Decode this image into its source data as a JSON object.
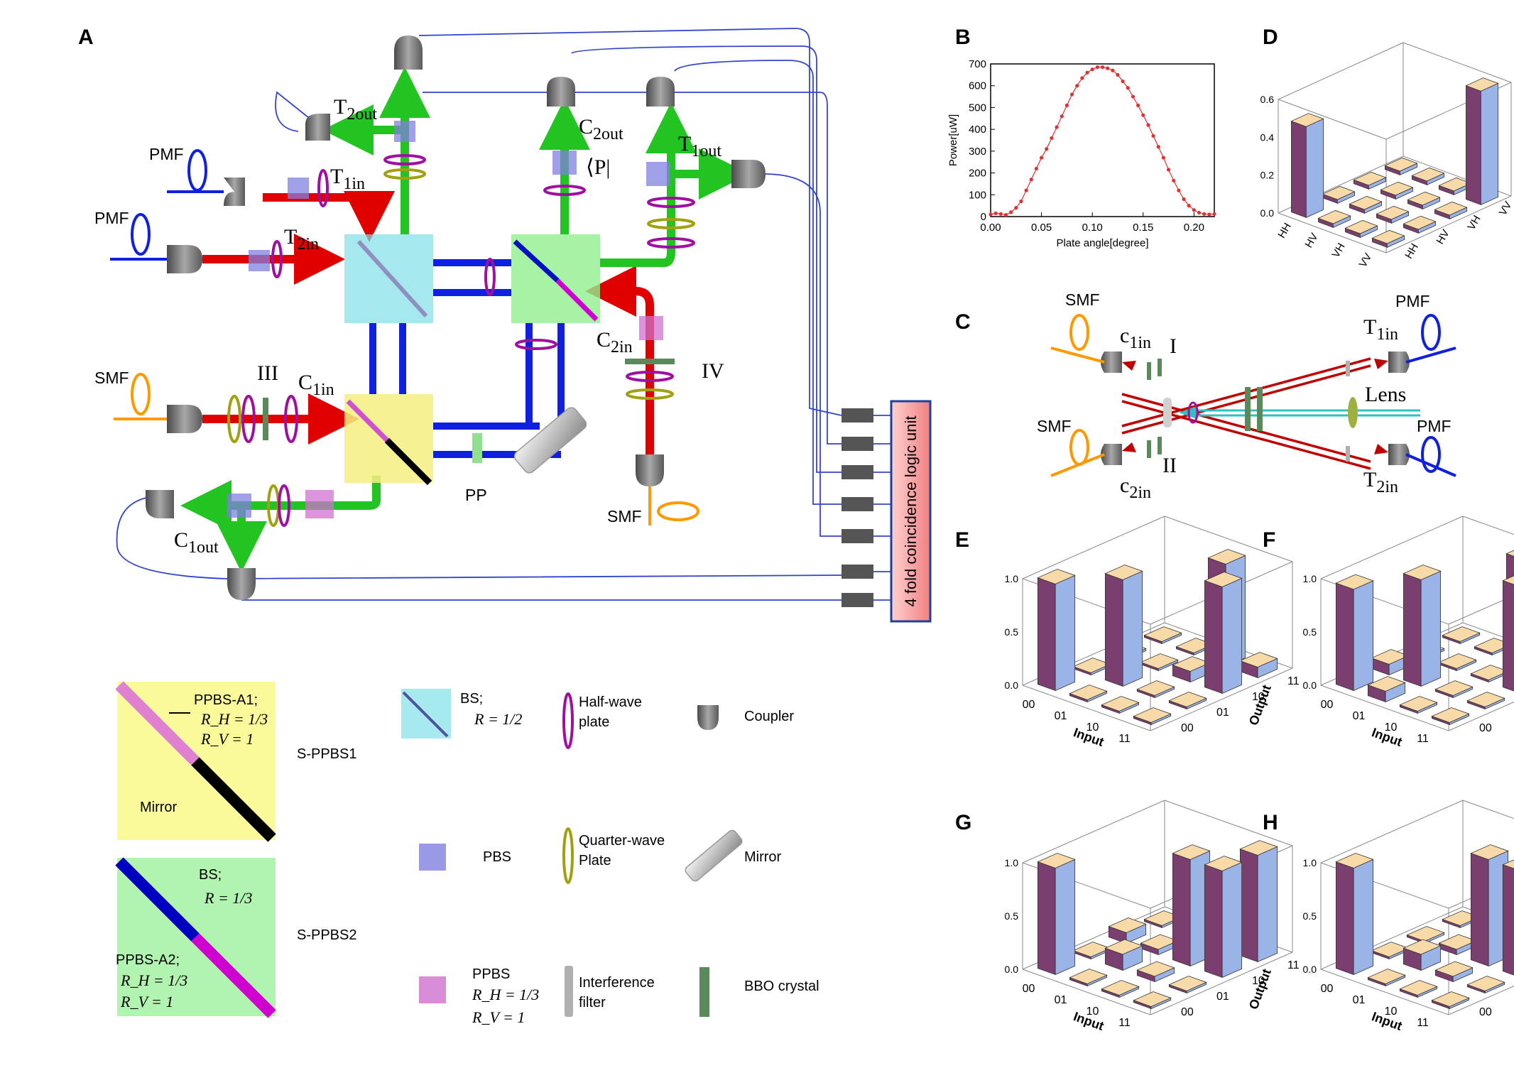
{
  "panels": {
    "A": "A",
    "B": "B",
    "C": "C",
    "D": "D",
    "E": "E",
    "F": "F",
    "G": "G",
    "H": "H"
  },
  "setupA": {
    "fibers": {
      "pmf1": "PMF",
      "pmf2": "PMF",
      "smf1": "SMF",
      "smf2": "SMF"
    },
    "ports": {
      "t2out": {
        "main": "T",
        "sub": "2out"
      },
      "t1in": {
        "main": "T",
        "sub": "1in"
      },
      "t2in": {
        "main": "T",
        "sub": "2in"
      },
      "c2out": {
        "main": "C",
        "sub": "2out"
      },
      "t1out": {
        "main": "T",
        "sub": "1out"
      },
      "c2in": {
        "main": "C",
        "sub": "2in"
      },
      "c1in": {
        "main": "C",
        "sub": "1in"
      },
      "c1out": {
        "main": "C",
        "sub": "1out"
      }
    },
    "projector": "⟨P|",
    "roman3": "III",
    "roman4": "IV",
    "pp": "PP",
    "logic_unit": "4 fold coincidence logic unit"
  },
  "panelC": {
    "smf_top": "SMF",
    "smf_bottom": "SMF",
    "pmf_top": "PMF",
    "pmf_bottom": "PMF",
    "c1in": {
      "main": "c",
      "sub": "1in"
    },
    "c2in": {
      "main": "c",
      "sub": "2in"
    },
    "t1in": {
      "main": "T",
      "sub": "1in"
    },
    "t2in": {
      "main": "T",
      "sub": "2in"
    },
    "roman1": "I",
    "roman2": "II",
    "lens": "Lens"
  },
  "legend": {
    "sppbs1_name": "S-PPBS1",
    "sppbs1_text1": "PPBS-A1;",
    "sppbs1_rh": "R_H = 1/3",
    "sppbs1_rv": "R_V = 1",
    "sppbs1_mirror": "Mirror",
    "sppbs2_name": "S-PPBS2",
    "sppbs2_bs": "BS;",
    "sppbs2_r": "R = 1/3",
    "sppbs2_text": "PPBS-A2;",
    "sppbs2_rh": "R_H = 1/3",
    "sppbs2_rv": "R_V = 1",
    "bs": "BS;",
    "bs_r": "R = 1/2",
    "hwp1": "Half-wave",
    "hwp2": "plate",
    "coupler": "Coupler",
    "pbs": "PBS",
    "qwp1": "Quarter-wave",
    "qwp2": "Plate",
    "mirror": "Mirror",
    "ppbs": "PPBS",
    "ppbs_rh": "R_H = 1/3",
    "ppbs_rv": "R_V = 1",
    "filter1": "Interference",
    "filter2": "filter",
    "bbo": "BBO crystal"
  },
  "chart_data": [
    {
      "id": "B",
      "type": "scatter",
      "xlabel": "Plate angle[degree]",
      "ylabel": "Power[uW]",
      "xlim": [
        0,
        0.22
      ],
      "ylim": [
        0,
        700
      ],
      "xticks": [
        "0.00",
        "0.05",
        "0.10",
        "0.15",
        "0.20"
      ],
      "yticks": [
        "0",
        "100",
        "200",
        "300",
        "400",
        "500",
        "600",
        "700"
      ],
      "x": [
        0,
        0.005,
        0.01,
        0.015,
        0.02,
        0.025,
        0.03,
        0.035,
        0.04,
        0.045,
        0.05,
        0.055,
        0.06,
        0.065,
        0.07,
        0.075,
        0.08,
        0.085,
        0.09,
        0.095,
        0.1,
        0.105,
        0.11,
        0.115,
        0.12,
        0.125,
        0.13,
        0.135,
        0.14,
        0.145,
        0.15,
        0.155,
        0.16,
        0.165,
        0.17,
        0.175,
        0.18,
        0.185,
        0.19,
        0.195,
        0.2,
        0.205,
        0.21,
        0.215,
        0.22
      ],
      "y": [
        10,
        15,
        12,
        8,
        20,
        40,
        70,
        120,
        170,
        220,
        270,
        310,
        360,
        410,
        460,
        510,
        560,
        600,
        635,
        660,
        675,
        685,
        685,
        680,
        670,
        650,
        620,
        590,
        550,
        510,
        465,
        420,
        370,
        320,
        270,
        215,
        165,
        120,
        80,
        50,
        30,
        18,
        12,
        10,
        12
      ],
      "color": "#e03030"
    },
    {
      "id": "D",
      "type": "bar3d",
      "xlabels": [
        "HH",
        "HV",
        "VH",
        "VV"
      ],
      "ylabels": [
        "HH",
        "HV",
        "VH",
        "VV"
      ],
      "zticks": [
        "0.0",
        "0.2",
        "0.4",
        "0.6"
      ],
      "zlim": [
        0,
        0.6
      ],
      "values": [
        [
          0.48,
          0.02,
          0.02,
          0.02
        ],
        [
          0.02,
          0.02,
          0.02,
          0.02
        ],
        [
          0.02,
          0.02,
          0.02,
          0.02
        ],
        [
          0.02,
          0.02,
          0.02,
          0.6
        ]
      ]
    },
    {
      "id": "E",
      "type": "bar3d",
      "xtitle": "Input",
      "ytitle": "Output",
      "xlabels": [
        "00",
        "01",
        "10",
        "11"
      ],
      "ylabels": [
        "00",
        "01",
        "10",
        "11"
      ],
      "zticks": [
        "0.0",
        "0.5",
        "1.0"
      ],
      "zlim": [
        0,
        1.0
      ],
      "values": [
        [
          1.0,
          0.02,
          0.02,
          0.02
        ],
        [
          0.02,
          1.0,
          0.02,
          0.02
        ],
        [
          0.02,
          0.02,
          0.1,
          0.96
        ],
        [
          0.02,
          0.02,
          1.0,
          0.1
        ]
      ]
    },
    {
      "id": "F",
      "type": "bar3d",
      "xtitle": "Input",
      "ytitle": "Output",
      "xlabels": [
        "00",
        "01",
        "10",
        "11"
      ],
      "ylabels": [
        "00",
        "01",
        "10",
        "11"
      ],
      "zticks": [
        "0.0",
        "0.5",
        "1.0"
      ],
      "zlim": [
        0,
        1.0
      ],
      "values": [
        [
          0.95,
          0.1,
          0.02,
          0.02
        ],
        [
          0.1,
          1.0,
          0.02,
          0.02
        ],
        [
          0.02,
          0.02,
          0.02,
          1.0
        ],
        [
          0.02,
          0.02,
          1.0,
          0.02
        ]
      ]
    },
    {
      "id": "G",
      "type": "bar3d",
      "xtitle": "Input",
      "ytitle": "Output",
      "xlabels": [
        "00",
        "01",
        "10",
        "11"
      ],
      "ylabels": [
        "00",
        "01",
        "10",
        "11"
      ],
      "zticks": [
        "0.0",
        "0.5",
        "1.0"
      ],
      "zlim": [
        0,
        1.0
      ],
      "values": [
        [
          1.0,
          0.02,
          0.1,
          0.02
        ],
        [
          0.02,
          0.15,
          0.05,
          0.02
        ],
        [
          0.02,
          0.05,
          1.0,
          0.15
        ],
        [
          0.02,
          0.02,
          1.0,
          1.0
        ]
      ]
    },
    {
      "id": "H",
      "type": "bar3d",
      "xtitle": "Input",
      "ytitle": "Output",
      "xlabels": [
        "00",
        "01",
        "10",
        "11"
      ],
      "ylabels": [
        "00",
        "01",
        "10",
        "11"
      ],
      "zticks": [
        "0.0",
        "0.5",
        "1.0"
      ],
      "zlim": [
        0,
        1.0
      ],
      "values": [
        [
          1.0,
          0.02,
          0.02,
          0.02
        ],
        [
          0.02,
          0.15,
          0.05,
          0.02
        ],
        [
          0.02,
          0.05,
          1.0,
          0.15
        ],
        [
          0.02,
          0.02,
          1.0,
          1.0
        ]
      ]
    }
  ]
}
